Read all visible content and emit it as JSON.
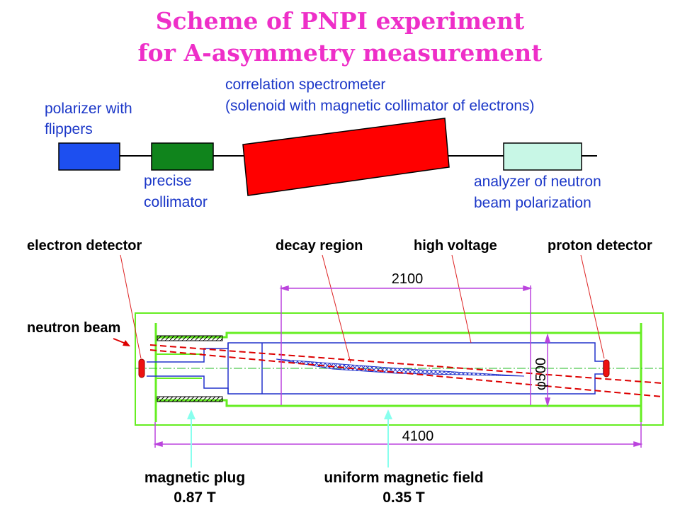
{
  "title": {
    "line1": "Scheme of PNPI experiment",
    "line2": "for A-asymmetry measurement"
  },
  "scheme": {
    "polarizer_line1": "polarizer with",
    "polarizer_line2": "flippers",
    "collimator_line1": "precise",
    "collimator_line2": "collimator",
    "spectrometer_line1": "correlation spectrometer",
    "spectrometer_line2": "(solenoid with magnetic collimator of electrons)",
    "analyzer_line1": "analyzer of neutron",
    "analyzer_line2": "beam polarization"
  },
  "setup": {
    "electron_detector": "electron detector",
    "decay_region": "decay region",
    "high_voltage": "high voltage",
    "proton_detector": "proton detector",
    "neutron_beam": "neutron beam",
    "dim_2100": "2100",
    "dim_4100": "4100",
    "dim_diameter": "φ500",
    "plug_line1": "magnetic plug",
    "plug_line2": "0.87 T",
    "field_line1": "uniform magnetic field",
    "field_line2": "0.35 T"
  },
  "colors": {
    "title": "#ee2fc8",
    "label_blue": "#1b37c8",
    "polarizer": "#1d4ff0",
    "collimator": "#10841c",
    "spectrometer": "#ff0000",
    "analyzer": "#c8f7e6",
    "solenoid_outline": "#66ee22",
    "dimension": "#bb44dd",
    "inner_chamber": "#2233cc",
    "beam": "#dd0000",
    "arrow_cyan": "#88ffee"
  }
}
